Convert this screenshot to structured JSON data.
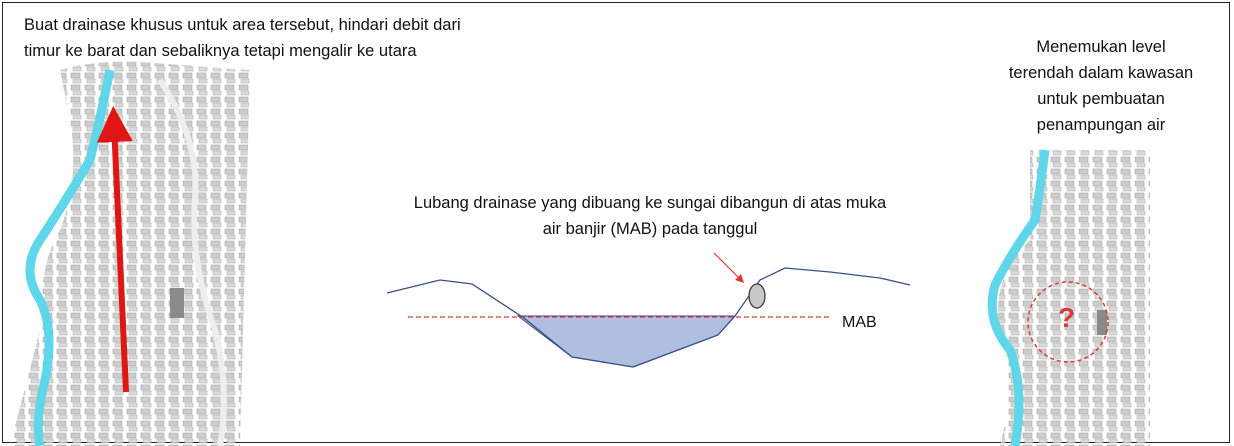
{
  "annotations": {
    "left_line1": "Buat drainase khusus untuk area tersebut, hindari debit dari",
    "left_line2": "timur ke barat dan sebaliknya tetapi mengalir ke utara",
    "right_line1": "Menemukan level",
    "right_line2": "terendah dalam kawasan",
    "right_line3": "untuk pembuatan",
    "right_line4": "penampungan air",
    "center_line1": "Lubang drainase yang dibuang ke sungai dibangun di atas muka",
    "center_line2": "air banjir (MAB) pada tanggul",
    "mab_label": "MAB",
    "question_mark": "?"
  },
  "colors": {
    "river": "#5fd6ea",
    "flow_arrow": "#e01515",
    "water_fill": "#aebfe0",
    "embankment": "#3a4e8a",
    "flood_level": "#d93a3a",
    "map_block": "#b9b9b9"
  }
}
